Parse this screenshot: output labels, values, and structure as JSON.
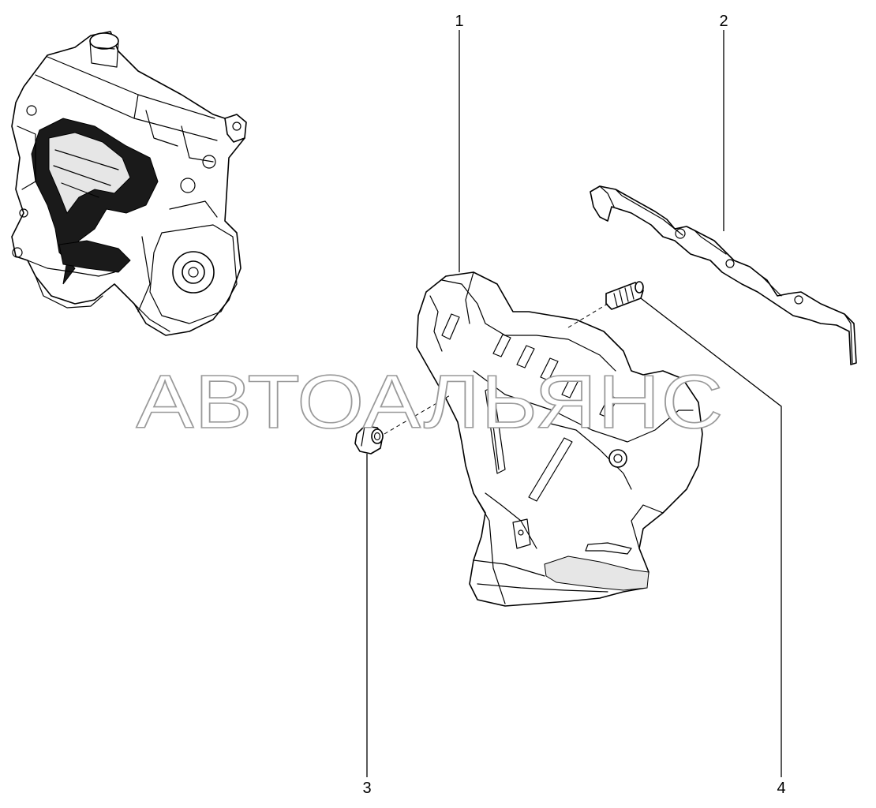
{
  "watermark": "АВТОАЛЬЯНС",
  "callouts": [
    {
      "id": "1",
      "label": "1"
    },
    {
      "id": "2",
      "label": "2"
    },
    {
      "id": "3",
      "label": "3"
    },
    {
      "id": "4",
      "label": "4"
    }
  ],
  "colors": {
    "line": "#000000",
    "background": "#ffffff",
    "watermark_stroke": "#9a9a9a"
  }
}
